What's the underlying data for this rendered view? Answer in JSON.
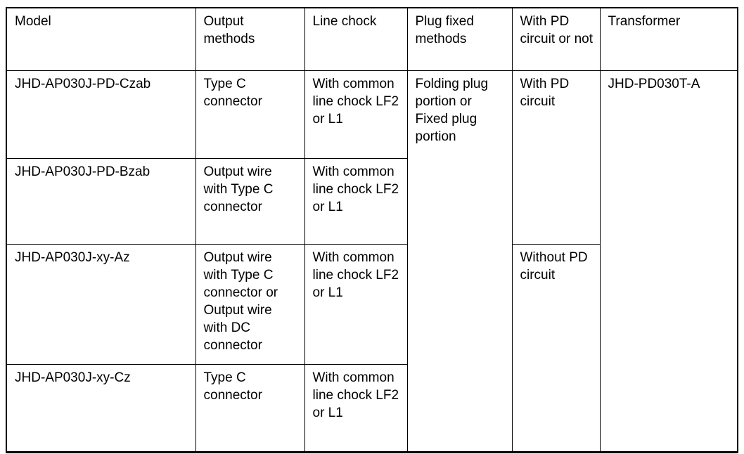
{
  "table": {
    "columns": [
      {
        "key": "model",
        "label": "Model"
      },
      {
        "key": "output",
        "label": "Output methods"
      },
      {
        "key": "chock",
        "label": "Line chock"
      },
      {
        "key": "plug",
        "label": "Plug fixed methods"
      },
      {
        "key": "pd",
        "label": "With PD circuit or not"
      },
      {
        "key": "transformer",
        "label": "Transformer"
      }
    ],
    "rows": [
      {
        "model": "JHD-AP030J-PD-Czab",
        "output": "Type C connector",
        "chock": "With common line chock LF2 or L1",
        "plug": "Folding plug portion or Fixed plug portion",
        "pd": "With PD circuit",
        "transformer": "JHD-PD030T-A"
      },
      {
        "model": "JHD-AP030J-PD-Bzab",
        "output": "Output wire with Type C connector",
        "chock": "With common line chock LF2 or L1"
      },
      {
        "model": "JHD-AP030J-xy-Az",
        "output": "Output wire with Type C connector or Output wire with DC connector",
        "chock": "With common line chock LF2 or L1",
        "pd": "Without PD circuit"
      },
      {
        "model": "JHD-AP030J-xy-Cz",
        "output": "Type C connector",
        "chock": "With common line chock LF2 or L1"
      }
    ]
  }
}
